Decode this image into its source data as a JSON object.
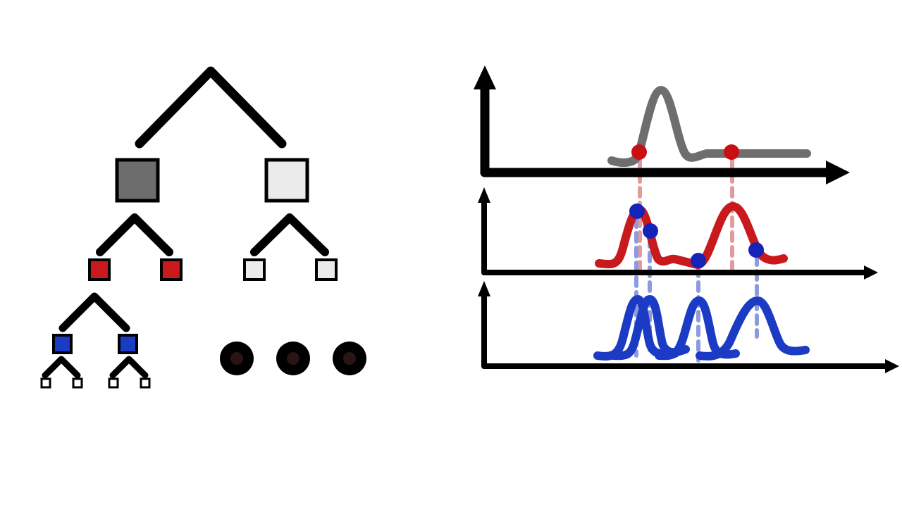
{
  "colors": {
    "background": "#ffffff",
    "stroke": "#000000",
    "root_left_node": "#6d6d6d",
    "root_right_node": "#ebebeb",
    "level2_left_nodes": "#c8191d",
    "level2_right_nodes": "#ebebeb",
    "level3_nodes": "#1c3bc4",
    "level4_nodes": "#ffffff",
    "ellipsis_dot": "#000000",
    "ellipsis_dot_center": "#2a1414",
    "top_curve": "#6e6e6e",
    "middle_curve": "#c8191d",
    "bottom_curve": "#1c3bc4",
    "red_marker": "#c80f12",
    "blue_marker": "#1523b8",
    "red_guide": "#e39a9c",
    "blue_guide": "#8c9be0"
  },
  "tree": {
    "levels": [
      {
        "name": "level-1",
        "node_count": 2,
        "colors": [
          "#6d6d6d",
          "#ebebeb"
        ]
      },
      {
        "name": "level-2",
        "node_count": 4,
        "colors": [
          "#c8191d",
          "#c8191d",
          "#ebebeb",
          "#ebebeb"
        ]
      },
      {
        "name": "level-3",
        "node_count": 2,
        "colors": [
          "#1c3bc4",
          "#1c3bc4"
        ]
      },
      {
        "name": "level-4",
        "node_count": 4,
        "colors": [
          "#ffffff",
          "#ffffff",
          "#ffffff",
          "#ffffff"
        ]
      }
    ],
    "ellipsis_dots": 3
  },
  "plots": {
    "count": 3,
    "top": {
      "curve": "gray",
      "red_markers": 2
    },
    "middle": {
      "curve": "red",
      "blue_markers": 4
    },
    "bottom": {
      "curve": "blue",
      "peaks": 4
    }
  }
}
